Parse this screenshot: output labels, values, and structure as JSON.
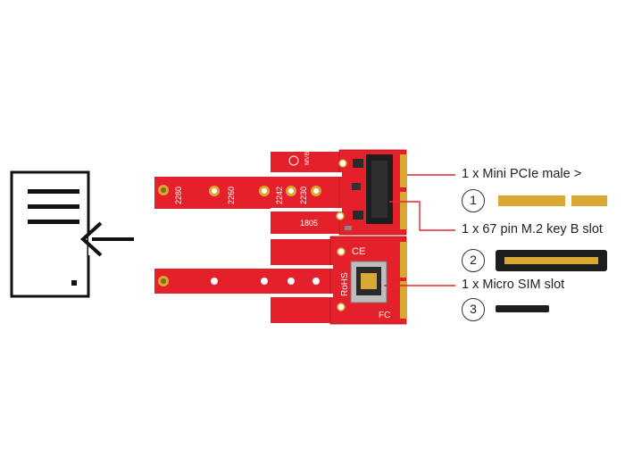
{
  "callouts": {
    "mini_pcie": "1 x Mini PCIe male >",
    "m2_slot": "1 x 67 pin M.2 key B slot",
    "micro_sim": "1 x Micro SIM slot"
  },
  "item_numbers": [
    "1",
    "2",
    "3"
  ],
  "board_top": {
    "length_marks": [
      "2280",
      "2260",
      "2242",
      "2230"
    ],
    "silkscreen_lot": "1805",
    "silkscreen_mark": "MVB"
  },
  "board_bottom": {
    "silkscreen": [
      "RoHS",
      "CE",
      "FC"
    ]
  },
  "colors": {
    "pcb_red": "#e4202a",
    "pcb_dark_red": "#b0141c",
    "gold": "#d9a733",
    "connector_black": "#1e1e1e",
    "callout_line": "#e2292f",
    "icon_ink": "#111111"
  },
  "icon": "document-with-arrow-icon"
}
